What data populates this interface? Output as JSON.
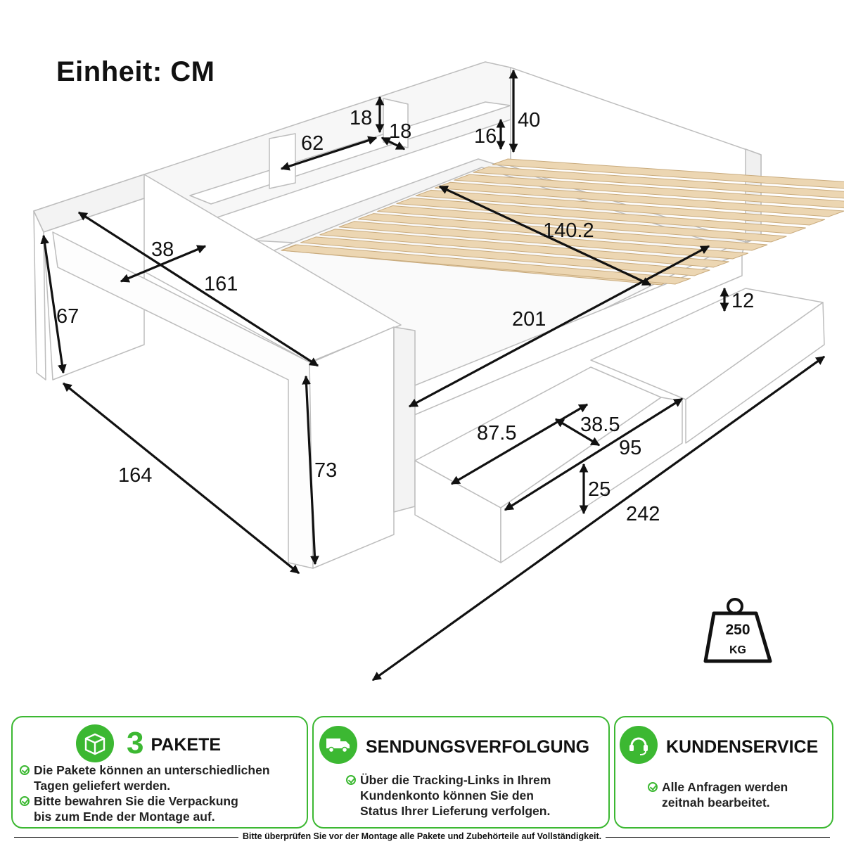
{
  "unit_label": "Einheit: CM",
  "dimensions": {
    "shelf_height": "18",
    "shelf_depth": "18",
    "shelf_width": "62",
    "back_lip": "16",
    "headboard_height": "40",
    "desk_depth": "38",
    "desk_length": "161",
    "desk_height": "67",
    "slat_width": "140.2",
    "slat_length": "201",
    "drawer_lip": "12",
    "drawer_depth": "38.5",
    "drawer_length": "87.5",
    "drawer_total": "95",
    "drawer_height": "25",
    "total_width": "164",
    "side_height": "73",
    "total_length": "242"
  },
  "weight": {
    "value": "250",
    "unit": "KG"
  },
  "panels": [
    {
      "number": "3",
      "title": "PAKETE",
      "icon": "package-icon",
      "bullets": [
        [
          "Die Pakete können an unterschiedlichen",
          "Tagen geliefert werden."
        ],
        [
          "Bitte bewahren Sie die Verpackung",
          "bis zum Ende der Montage auf."
        ]
      ]
    },
    {
      "title": "SENDUNGSVERFOLGUNG",
      "icon": "truck-icon",
      "bullets": [
        [
          "Über die Tracking-Links in Ihrem",
          "Kundenkonto können Sie den",
          "Status Ihrer Lieferung verfolgen."
        ]
      ]
    },
    {
      "title": "KUNDENSERVICE",
      "icon": "headset-icon",
      "bullets": [
        [
          "Alle Anfragen werden",
          "zeitnah bearbeitet."
        ]
      ]
    }
  ],
  "footer": "Bitte überprüfen Sie vor der Montage alle Pakete und Zubehörteile auf Vollständigkeit.",
  "colors": {
    "accent": "#3cb832",
    "wood": "#ecd6b2",
    "wood_edge": "#c9ab7d",
    "furniture": "#ffffff",
    "outline": "#bdbdbd"
  }
}
